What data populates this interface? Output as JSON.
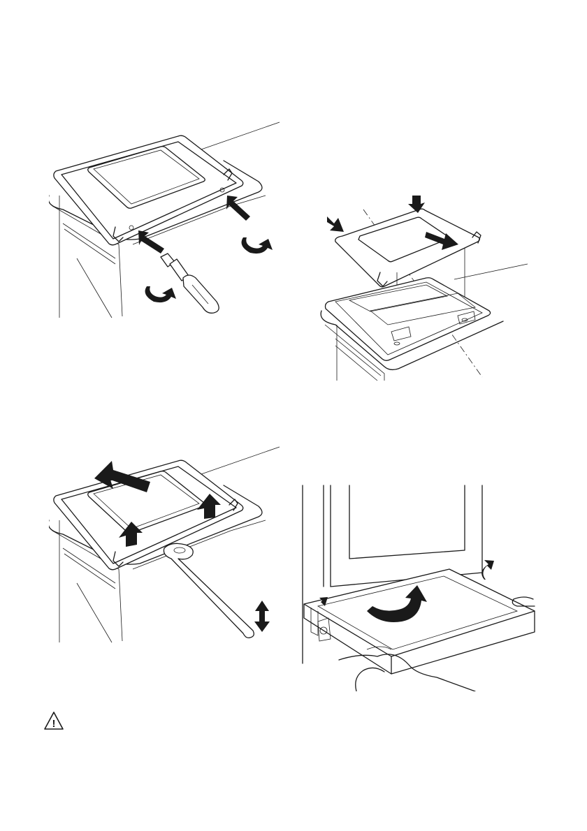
{
  "figures": [
    {
      "id": "fig1",
      "icons": [
        "oven-door-panel",
        "screwdriver",
        "push-arrow",
        "rotate-arrow"
      ]
    },
    {
      "id": "fig2",
      "icons": [
        "oven-door-panel",
        "push-arrow",
        "guide-line"
      ]
    },
    {
      "id": "fig3",
      "icons": [
        "oven-door-panel",
        "wrench-tool",
        "lift-arrow",
        "up-down-arrow"
      ]
    },
    {
      "id": "fig4",
      "icons": [
        "storage-drawer",
        "hands",
        "rotate-arrow"
      ]
    }
  ],
  "warning": {
    "icon": "warning-triangle-icon",
    "symbol": "!"
  },
  "colors": {
    "ink": "#1a1a1a",
    "paper": "#ffffff"
  }
}
